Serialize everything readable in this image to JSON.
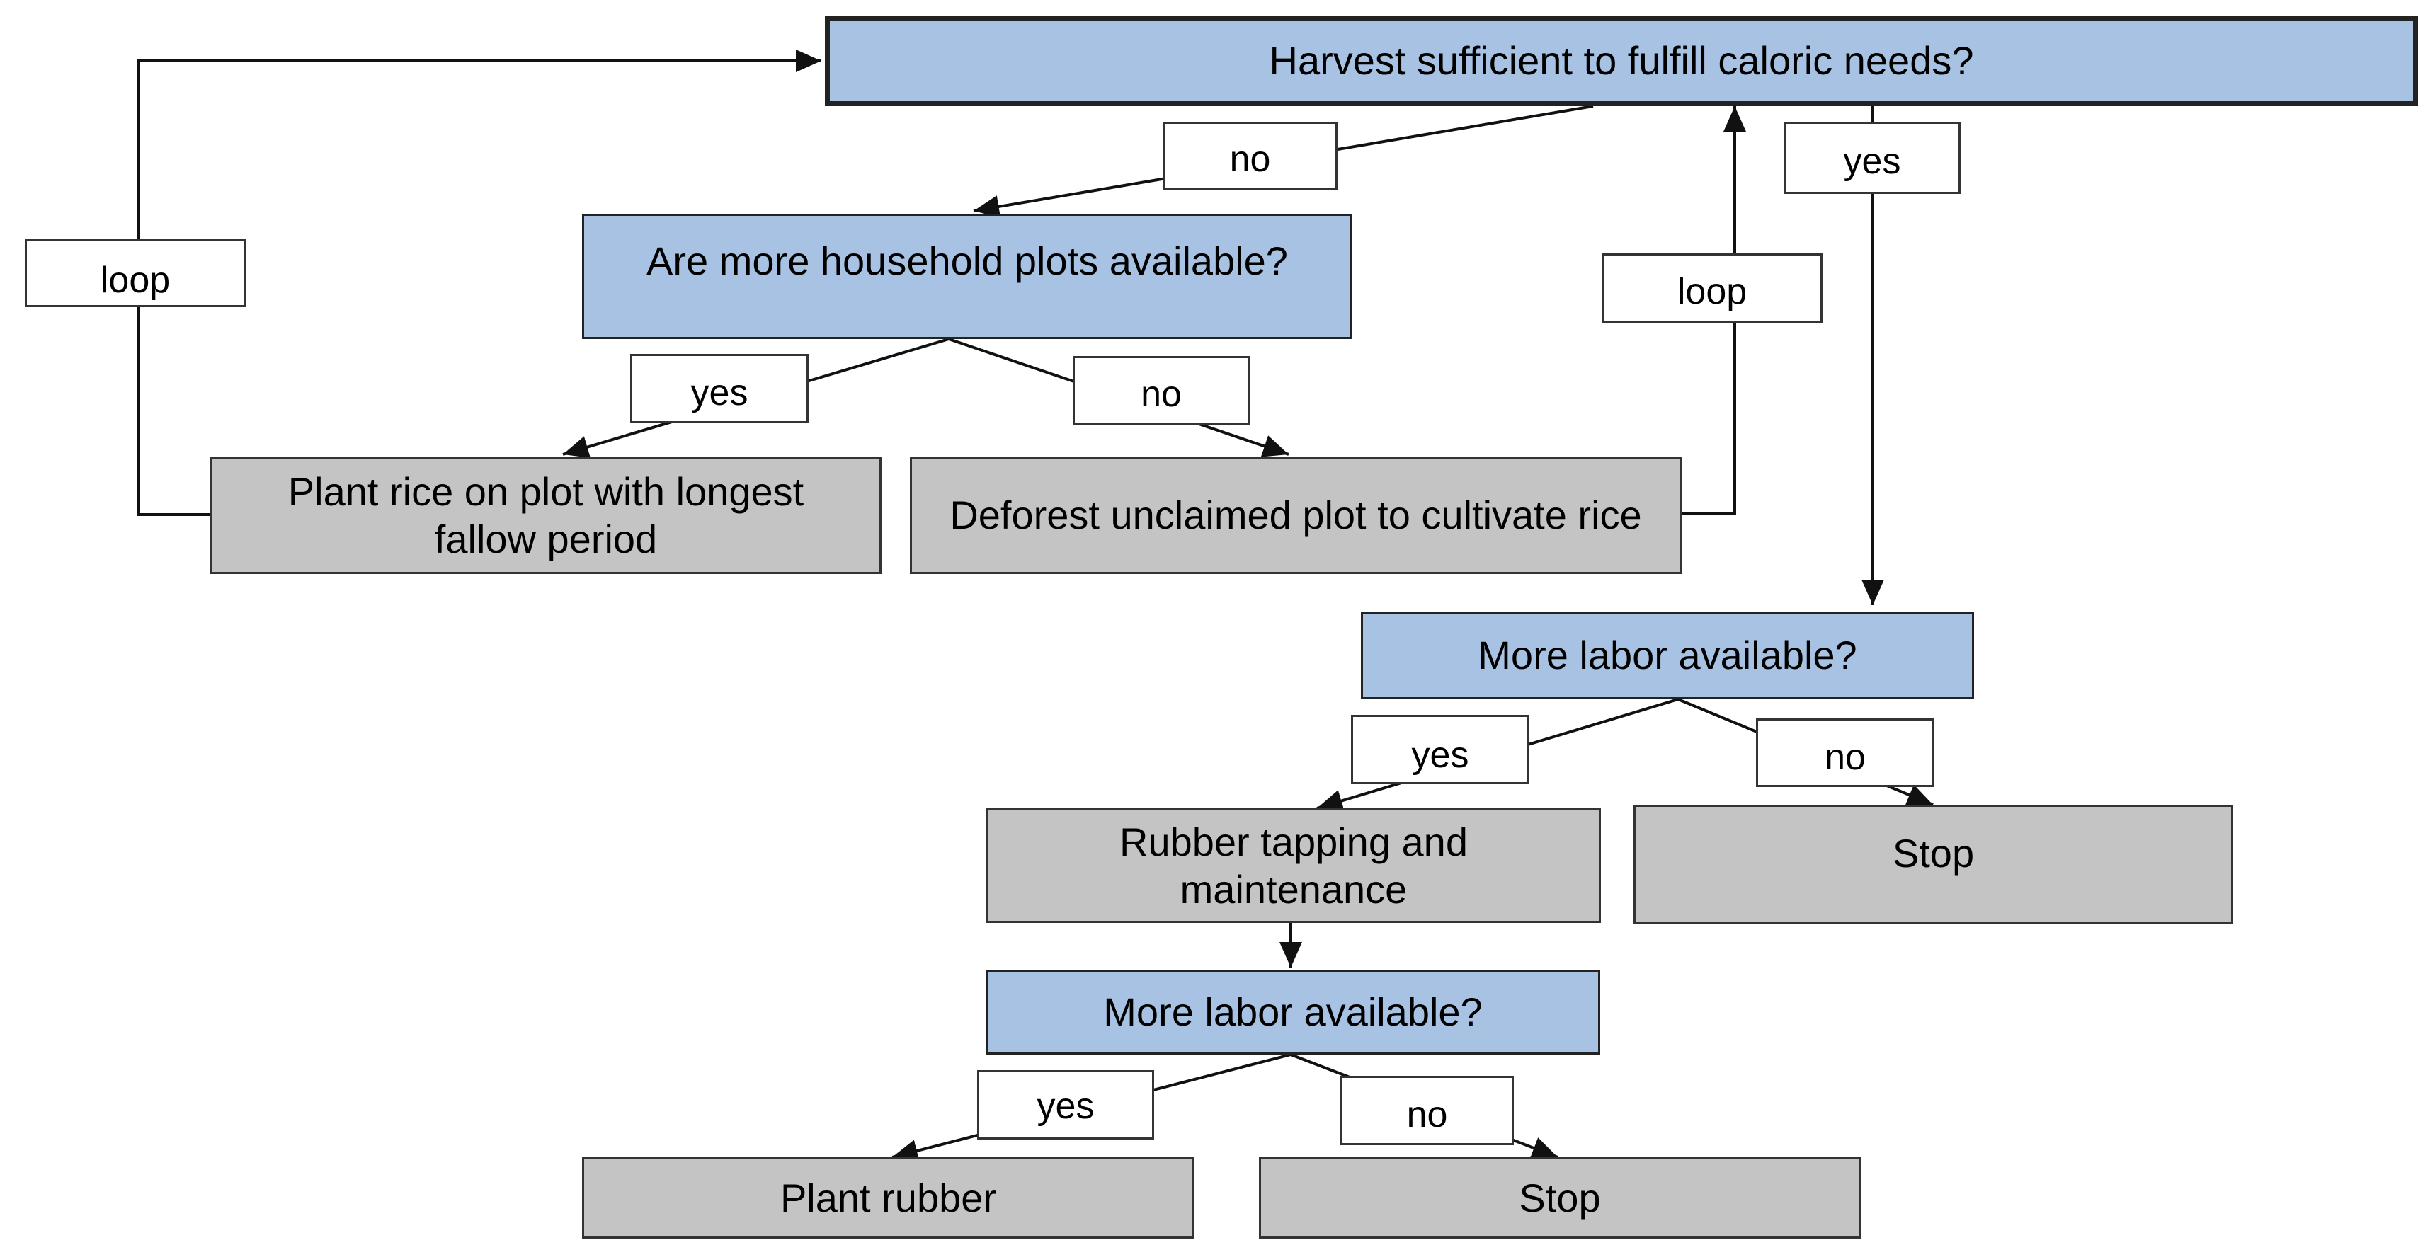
{
  "nodes": {
    "harvest_question": "Harvest sufficient to fulfill caloric needs?",
    "household_plots_question": "Are more household plots available?",
    "plant_rice": "Plant rice on plot with longest fallow period",
    "deforest": "Deforest unclaimed plot to cultivate rice",
    "labor_question_1": "More labor available?",
    "rubber_tapping": "Rubber tapping and maintenance",
    "stop_1": "Stop",
    "labor_question_2": "More labor available?",
    "plant_rubber": "Plant rubber",
    "stop_2": "Stop"
  },
  "edge_labels": {
    "loop_left": "loop",
    "harvest_no": "no",
    "harvest_yes": "yes",
    "loop_right": "loop",
    "plots_yes": "yes",
    "plots_no": "no",
    "labor1_yes": "yes",
    "labor1_no": "no",
    "labor2_yes": "yes",
    "labor2_no": "no"
  },
  "colors": {
    "decision_fill": "#a7c2e2",
    "action_fill": "#c4c4c4",
    "label_fill": "#ffffff",
    "line": "#111111"
  }
}
